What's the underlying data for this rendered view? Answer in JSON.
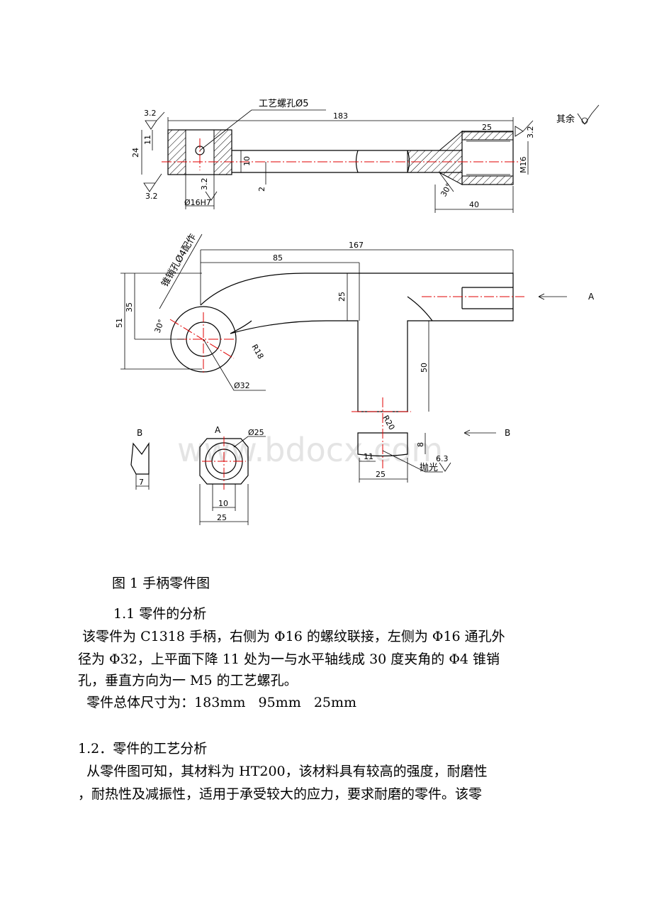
{
  "drawing": {
    "process_hole_label": "工艺螺孔Ø5",
    "taper_pin_label": "锥销孔Ø4配作",
    "other_roughness": "其余",
    "polish_note": "抛光",
    "watermark": "www.bdocx.com",
    "view_a": "A",
    "view_b": "B",
    "dims_top": [
      "183",
      "25",
      "24",
      "11",
      "10",
      "2",
      "3.2",
      "3.2",
      "3.2",
      "3.2",
      "Ø16H7",
      "M16",
      "30°",
      "40"
    ],
    "dims_main": [
      "167",
      "85",
      "51",
      "35",
      "25",
      "50",
      "R18",
      "R20",
      "Ø32",
      "30°",
      "8",
      "11",
      "25",
      "6.3"
    ],
    "dims_small": [
      "Ø25",
      "10",
      "25",
      "7"
    ]
  },
  "caption": "图 1 手柄零件图",
  "section1": {
    "heading": "1.1 零件的分析",
    "lines": [
      " 该零件为 C1318 手柄，右侧为 Φ16 的螺纹联接，左侧为 Φ16 通孔外",
      "径为 Φ32，上平面下降 11 处为一与水平轴线成 30 度夹角的 Φ4 锥销",
      "孔，垂直方向为一 M5 的工艺螺孔。",
      "  零件总体尺寸为：183mm   95mm   25mm"
    ]
  },
  "section2": {
    "heading": "1.2．零件的工艺分析",
    "lines": [
      "  从零件图可知，其材料为 HT200，该材料具有较高的强度，耐磨性",
      "，耐热性及减振性，适用于承受较大的应力，要求耐磨的零件。该零"
    ]
  }
}
